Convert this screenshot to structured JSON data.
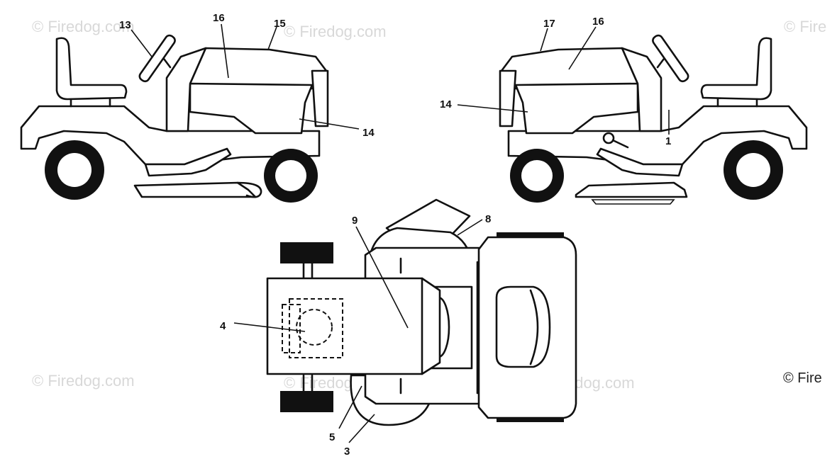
{
  "watermarks": [
    "© Firedog.com",
    "© Firedog.com",
    "© Fire",
    "© Firedog.com",
    "© Firedog.com",
    "© Firedog.com"
  ],
  "copyright": "© Fire",
  "callouts": {
    "c13": "13",
    "c16a": "16",
    "c15": "15",
    "c14a": "14",
    "c17": "17",
    "c16b": "16",
    "c14b": "14",
    "c1": "1",
    "c9": "9",
    "c8": "8",
    "c4": "4",
    "c5": "5",
    "c3": "3"
  }
}
